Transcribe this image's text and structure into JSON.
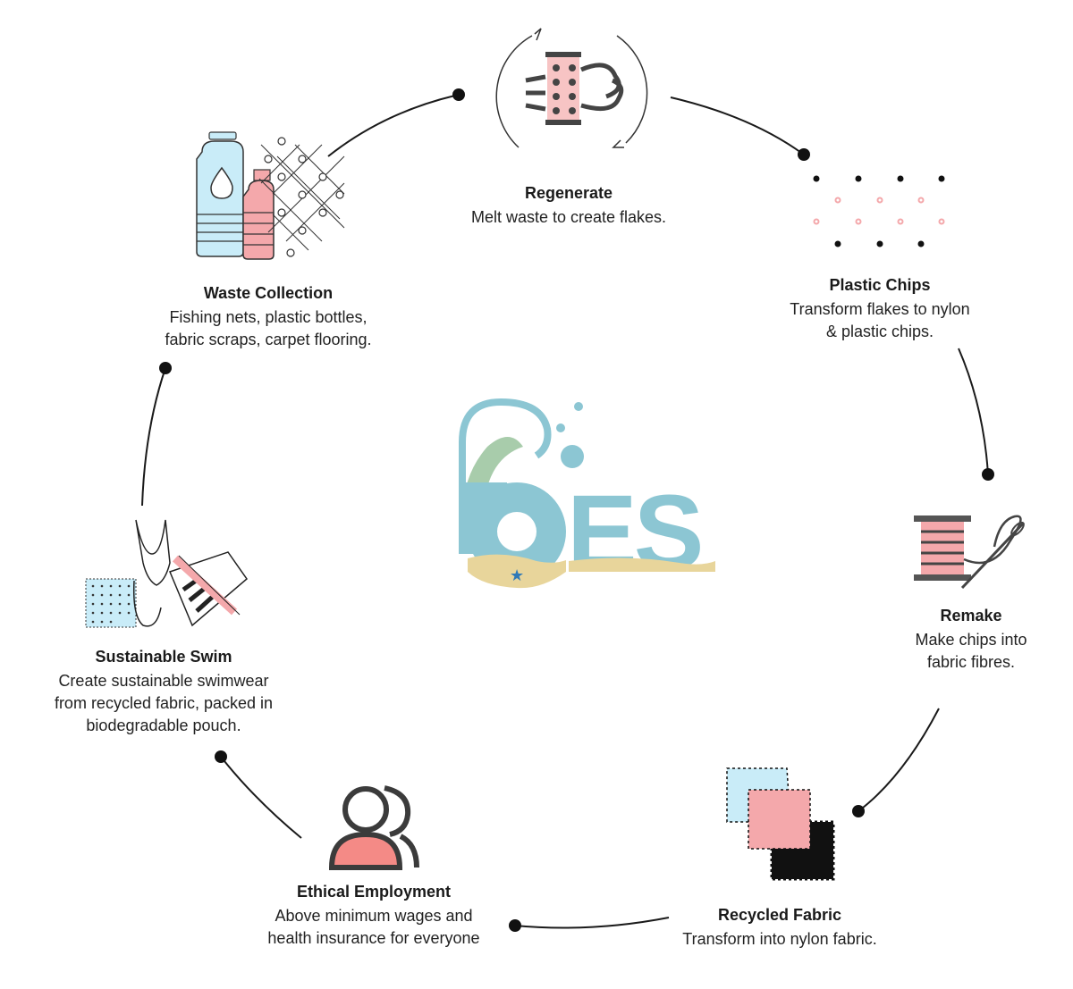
{
  "steps": {
    "regenerate": {
      "title": "Regenerate",
      "desc1": "Melt waste to create flakes.",
      "desc2": ""
    },
    "plastic_chips": {
      "title": "Plastic Chips",
      "desc1": "Transform flakes to nylon",
      "desc2": "& plastic chips."
    },
    "remake": {
      "title": "Remake",
      "desc1": "Make chips into",
      "desc2": "fabric fibres."
    },
    "recycled_fabric": {
      "title": "Recycled Fabric",
      "desc1": "Transform into nylon fabric.",
      "desc2": ""
    },
    "ethical_employment": {
      "title": "Ethical Employment",
      "desc1": "Above minimum wages and",
      "desc2": "health insurance for everyone"
    },
    "sustainable_swim": {
      "title": "Sustainable Swim",
      "desc1": "Create sustainable swimwear",
      "desc2": "from recycled fabric, packed in",
      "desc3": "biodegradable pouch."
    },
    "waste_collection": {
      "title": "Waste Collection",
      "desc1": "Fishing nets, plastic bottles,",
      "desc2": "fabric scraps, carpet flooring."
    }
  },
  "logo": {
    "text": "ES"
  },
  "colors": {
    "pink": "#f4a8ab",
    "light_pink": "#f7c4c4",
    "light_blue": "#c9ecf8",
    "teal": "#8cc6d3",
    "sand": "#e8d59b",
    "dark": "#3b3b3b",
    "black": "#111111"
  },
  "icons": [
    "regenerate-icon",
    "plastic-chips-icon",
    "spool-needle-icon",
    "fabric-swatches-icon",
    "people-icon",
    "swimsuit-icon",
    "bottles-net-icon"
  ]
}
